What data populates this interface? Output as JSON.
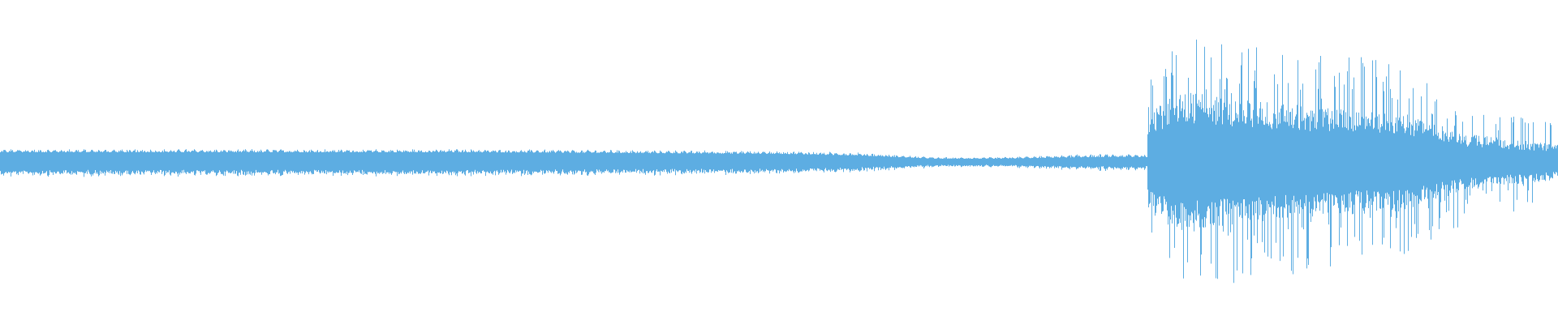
{
  "chart_data": {
    "type": "area",
    "style": "audio-waveform",
    "color": "#5dade2",
    "background": "#ffffff",
    "grid": false,
    "legend": "none",
    "title": "",
    "xlabel": "",
    "ylabel": "",
    "ylim": [
      -1,
      1
    ],
    "xlim": [
      0,
      1
    ],
    "envelope": {
      "x": [
        0.0,
        0.3,
        0.5,
        0.55,
        0.6,
        0.64,
        0.7,
        0.736,
        0.737,
        0.76,
        0.8,
        0.86,
        0.9,
        0.94,
        1.0
      ],
      "peak": [
        0.08,
        0.08,
        0.07,
        0.06,
        0.03,
        0.03,
        0.05,
        0.05,
        0.55,
        0.72,
        0.7,
        0.6,
        0.58,
        0.36,
        0.22
      ],
      "body": [
        0.06,
        0.06,
        0.05,
        0.04,
        0.02,
        0.02,
        0.03,
        0.03,
        0.3,
        0.4,
        0.35,
        0.3,
        0.28,
        0.16,
        0.1
      ]
    }
  }
}
